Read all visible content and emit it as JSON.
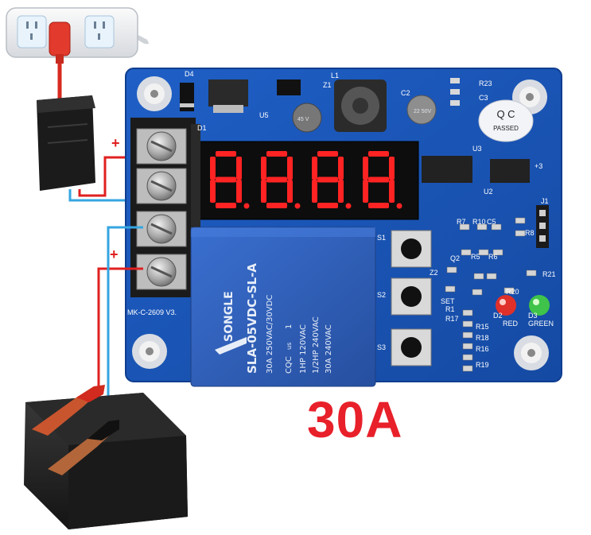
{
  "product": {
    "headline": "30A",
    "board_model": "MK-C-2609 V3.",
    "qc_sticker": {
      "top": "Q C",
      "bottom": "PASSED"
    },
    "display_digits": [
      "8.",
      "8.",
      "8.",
      "8."
    ]
  },
  "relay": {
    "brand": "SONGLE",
    "model": "SLA-05VDC-SL-A",
    "rating_line1": "30A  250VAC/30VDC",
    "rating_line2": "1HP 120VAC",
    "rating_line3": "1/2HP 240VAC",
    "rating_line4": "30A 240VAC",
    "cert": "CQC",
    "cert2": "us",
    "pin": "1"
  },
  "components": {
    "labels": [
      "D4",
      "D1",
      "U5",
      "Z1",
      "L1",
      "C2",
      "R23",
      "C3",
      "U3",
      "U2",
      "+3",
      "J1",
      "S1",
      "S2",
      "S3",
      "SET",
      "R7",
      "R10",
      "C5",
      "R8",
      "R5",
      "R6",
      "Z2",
      "Q2",
      "R21",
      "R20",
      "R1",
      "R17",
      "R15",
      "R18",
      "R16",
      "R19",
      "D2",
      "D3",
      "RED",
      "GREEN"
    ],
    "cap1": "22 50V",
    "cap2": "45 V"
  },
  "wiring": {
    "plus_sign": "+"
  },
  "colors": {
    "pcb": "#1b56b8",
    "relay": "#2f5fbf",
    "display_on": "#ff2323",
    "headline": "#e8202a",
    "wire_red": "#e02020",
    "wire_blue": "#35a6e0"
  }
}
